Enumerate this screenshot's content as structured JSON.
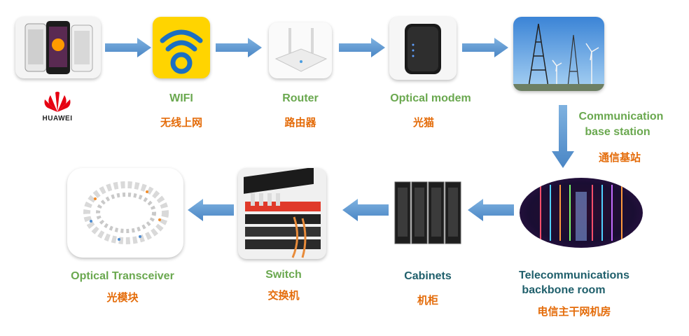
{
  "brand": {
    "name": "HUAWEI"
  },
  "nodes": {
    "wifi": {
      "en": "WIFI",
      "zh": "无线上网"
    },
    "router": {
      "en": "Router",
      "zh": "路由器"
    },
    "modem": {
      "en": "Optical modem",
      "zh": "光猫"
    },
    "station": {
      "en_line1": "Communication",
      "en_line2": "base station",
      "zh": "通信基站"
    },
    "backbone": {
      "en_line1": "Telecommunications",
      "en_line2": "backbone room",
      "zh": "电信主干网机房"
    },
    "cabinets": {
      "en": "Cabinets",
      "zh": "机柜"
    },
    "switch": {
      "en": "Switch",
      "zh": "交换机"
    },
    "transceiver": {
      "en": "Optical Transceiver",
      "zh": "光模块"
    }
  },
  "colors": {
    "arrow": "#5b9bd5",
    "label_en": "#6aa84f",
    "label_zh": "#e46c0a",
    "label_backbone": "#1f5f6b"
  }
}
